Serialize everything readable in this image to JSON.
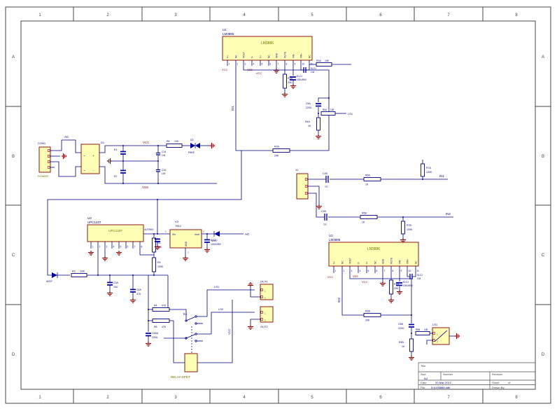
{
  "colors": {
    "sheet_bg": "#FFFDE8",
    "border": "#4A4A4A",
    "wire": "#000080",
    "part_fill": "#FFFFB5",
    "part_outline": "#800000",
    "power": "#8B0000",
    "type_text": "#6E6E00"
  },
  "sheet": {
    "cols": [
      "1",
      "2",
      "3",
      "4",
      "5",
      "6",
      "7",
      "8"
    ],
    "rows": [
      "A",
      "B",
      "C",
      "D"
    ]
  },
  "title_block": {
    "title_label": "Title",
    "size_label": "Size",
    "size_value": "A4",
    "number_label": "Number",
    "revision_label": "Revision",
    "date_label": "Date",
    "date_value": "20-Mar-2012",
    "sheet_label": "Sheet",
    "of_label": "of",
    "file_label": "File",
    "file_value": "D:\\LM3886.ddb",
    "drawn_label": "Drawn By:"
  },
  "amp": {
    "part": "LM3886",
    "pin_numbers": [
      "1",
      "2",
      "3",
      "4",
      "5",
      "6",
      "7",
      "8",
      "9",
      "10",
      "11"
    ],
    "pin_names": [
      "V+",
      "NC",
      "VOUT",
      "V-",
      "V+",
      "NC",
      "GND",
      "MUTE",
      "VIN-",
      "VIN+",
      "NC"
    ]
  },
  "amp1": {
    "ref": "U1",
    "vcc1": "VCC",
    "vee": "VEE",
    "vcc2": "VCC",
    "in_net": "IN1",
    "r1a_ref": "R1A",
    "r1a_val": "20K",
    "elc_ref": "ELC1",
    "elc_val": "100U/50V",
    "slc_ref": "SLC1",
    "slc_val": "104",
    "rm_ref": "R3A",
    "rm_val": "10K",
    "fb_ref": "R2A",
    "fb_val": "20K",
    "zc_ref": "C5A",
    "zc_val": "220U",
    "zr1_ref": "R5A",
    "zr1_val": "10E",
    "zr2_ref": "R4A",
    "zr2_val": "1K",
    "out_net": "LS1"
  },
  "amp2": {
    "ref": "U2",
    "vcc1": "VCC",
    "vee": "VEE",
    "vcc2": "VCC",
    "in_net": "IN2",
    "r1b_ref": "R1B",
    "r1b_val": "20K",
    "elc_ref": "ELC2",
    "elc_val": "100U/50V",
    "slc_ref": "SLC2",
    "slc_val": "104",
    "fb_ref": "R2B",
    "fb_val": "20K",
    "zc_ref": "C5B",
    "zc_val": "220U",
    "zr1_ref": "R5B",
    "zr1_val": "10E",
    "zr2_ref": "R4B",
    "zr2_val": "1K",
    "spk_ref": "LS1"
  },
  "power": {
    "con_ref": "CON1",
    "con_type": "POWER",
    "ac_net": "AC",
    "bridge_ref": "D1",
    "bridge_marks": [
      "~",
      "+",
      "~",
      "-"
    ],
    "e1_ref": "E1",
    "e2_ref": "E2",
    "c1a_ref": "C1A",
    "c1a_val": "104",
    "c2a_ref": "C2A",
    "c2a_val": "104",
    "vcc": "VCC",
    "vss": "VSS",
    "r6_ref": "R6",
    "r6_val": "10K",
    "d2_ref": "D2",
    "d2_val": "P6KE"
  },
  "prot": {
    "ref": "U3",
    "part": "UPC1237",
    "pin_numbers": [
      "1",
      "2",
      "3",
      "4",
      "5",
      "6",
      "7",
      "8"
    ],
    "d3_val": "4007",
    "r1_ref": "R1",
    "r1_val": "10K",
    "c3a_ref": "C3A",
    "c3a_val": "10U",
    "c4a_ref": "C4A",
    "c4a_val": "47U",
    "r2_ref": "R2",
    "r2_val": "56K",
    "r3_ref": "R3",
    "r3_val": "100K",
    "reg_ref": "V3",
    "reg_part": "7812",
    "reg_vin": "Vin",
    "reg_vout": "Vout",
    "reg_gnd": "GND",
    "reg_p1": "1",
    "reg_p2": "2",
    "reg_p3": "3",
    "cin_val": "4U7/50V",
    "d4_val": "4007",
    "ec1_ref": "E,C1",
    "ec1_val": "1000/35V",
    "ac_net": "AC",
    "r4_ref": "R4",
    "r4_val": "47K",
    "r5_ref": "R5",
    "r5_val": "47K",
    "c5aa_ref": "C5AA",
    "c5aa_val": "220U",
    "k1_ref": "K1",
    "k1_type": "RELAY-DPDT",
    "coil_net": "VCC"
  },
  "io": {
    "in_ref": "J1",
    "c1b_ref": "C1B",
    "c1b_val": "1U",
    "c2b_ref": "C2B",
    "c2b_val": "1U",
    "r6a_ref": "R6A",
    "r6a_val": "1K",
    "r6b_ref": "R6B",
    "r6b_val": "1K",
    "r7a_ref": "R7A",
    "r7a_val": "100K",
    "r7b_ref": "R7B",
    "r7b_val": "100K",
    "in1_net": "IN1",
    "in2_net": "IN2",
    "out1_ref": "OUT1",
    "out2_ref": "OUT2",
    "ls1_net": "LS1",
    "ls2_net": "LS2",
    "p1": "1",
    "p2": "2"
  }
}
